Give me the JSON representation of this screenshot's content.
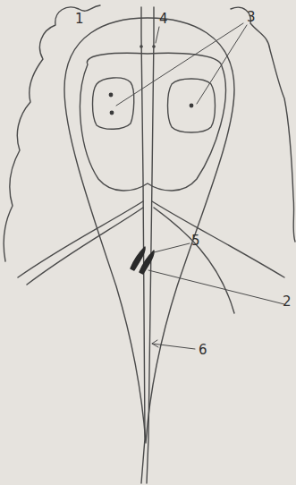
{
  "diagram": {
    "labels": [
      "1",
      "4",
      "3",
      "5",
      "2",
      "6"
    ]
  }
}
